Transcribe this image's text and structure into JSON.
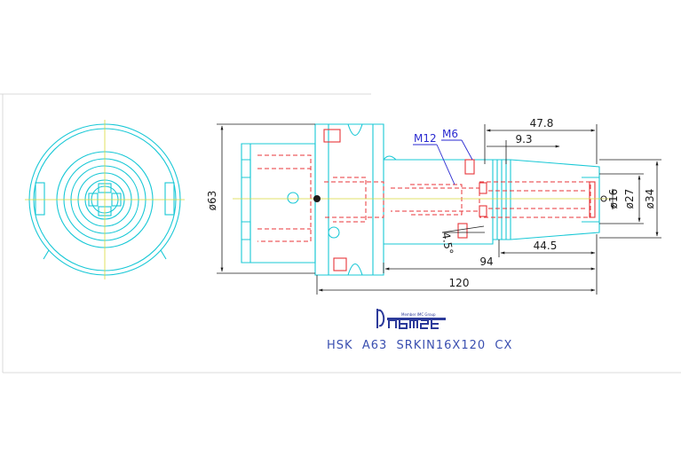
{
  "product_code": "HSK  A63  SRKIN16X120  CX",
  "brand": {
    "logo_icon": "iscar-logo",
    "tagline": "Member IMC Group"
  },
  "threads": {
    "main": "M12",
    "secondary": "M6"
  },
  "dimensions": {
    "d_flange": "ø63",
    "d_tip": "ø16",
    "d_mid": "ø27",
    "d_body": "ø34",
    "len_47_8": "47.8",
    "len_9_3": "9.3",
    "len_44_5": "44.5",
    "len_94": "94",
    "len_120": "120",
    "angle": "4.5°"
  },
  "colors": {
    "outline": "#19c8d6",
    "hidden": "#e8353a",
    "dimension": "#1c1c1c",
    "center": "#d9d93a",
    "thread_label": "#2a2ad0",
    "title": "#3a4fb0"
  }
}
